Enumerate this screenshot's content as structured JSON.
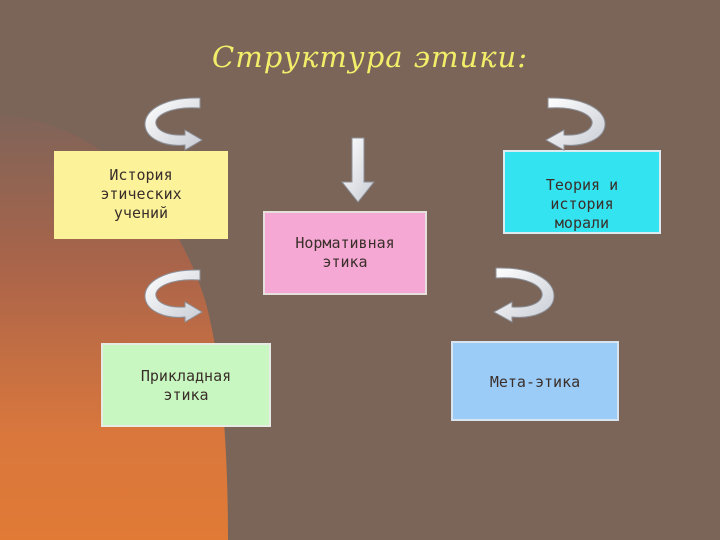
{
  "title": "Структура этики:",
  "nodes": {
    "history": "История\nэтических\nучений",
    "normative": "Нормативная\nэтика",
    "theory": "Теория и\nистория\nморали",
    "applied": "Прикладная\nэтика",
    "meta": "Мета-этика"
  },
  "colors": {
    "background": "#7a6558",
    "title": "#f2ee6a",
    "history": "#fbf29a",
    "normative": "#f6a8d4",
    "theory": "#33e3f0",
    "applied": "#c9f7c1",
    "meta": "#9bcbf7",
    "arrow": "#e8ebef"
  },
  "icons": [
    "curved-arrow-icon",
    "down-arrow-icon"
  ]
}
